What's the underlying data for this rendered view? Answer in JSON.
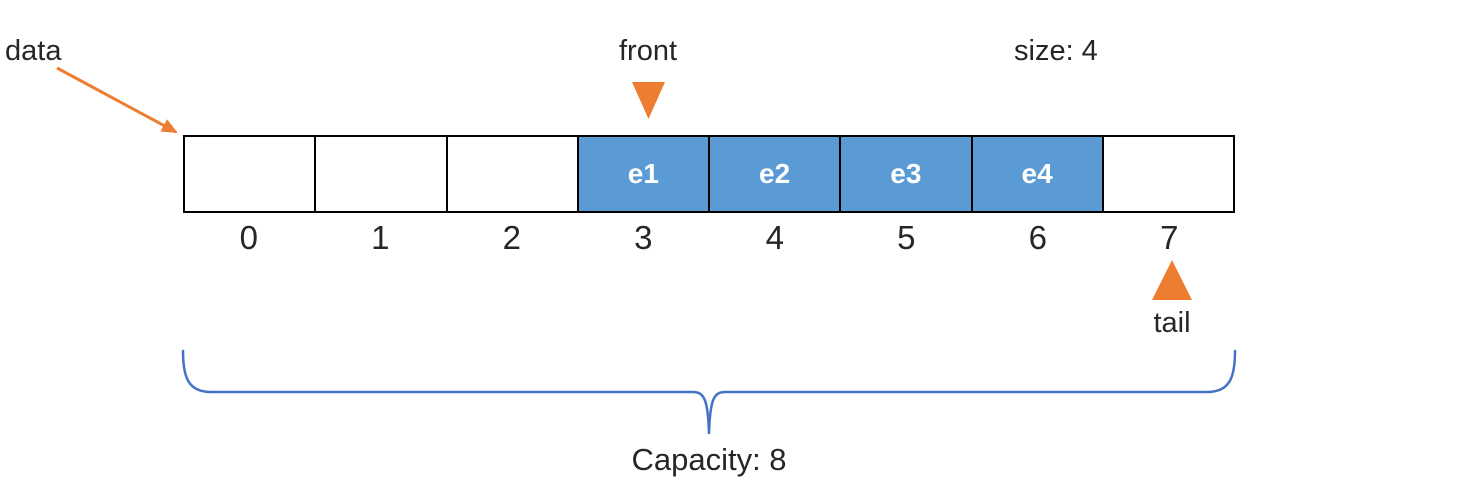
{
  "labels": {
    "data_pointer": "data",
    "front_pointer": "front",
    "size": "size: 4",
    "tail_pointer": "tail",
    "capacity": "Capacity: 8"
  },
  "array": {
    "cells": [
      {
        "index": "0",
        "value": "",
        "filled": false
      },
      {
        "index": "1",
        "value": "",
        "filled": false
      },
      {
        "index": "2",
        "value": "",
        "filled": false
      },
      {
        "index": "3",
        "value": "e1",
        "filled": true
      },
      {
        "index": "4",
        "value": "e2",
        "filled": true
      },
      {
        "index": "5",
        "value": "e3",
        "filled": true
      },
      {
        "index": "6",
        "value": "e4",
        "filled": true
      },
      {
        "index": "7",
        "value": "",
        "filled": false
      }
    ]
  },
  "colors": {
    "filled_cell": "#5B9BD5",
    "cell_text": "#ffffff",
    "pointer_orange": "#ED7D31",
    "brace_blue": "#4472C4",
    "text": "#262626",
    "border": "#000000"
  }
}
